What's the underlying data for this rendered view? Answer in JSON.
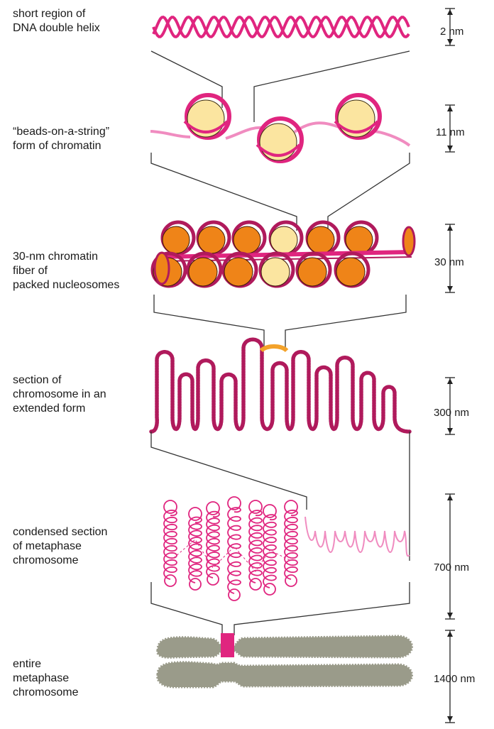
{
  "levels": [
    {
      "label": "short region of\nDNA double helix",
      "scale": "2 nm"
    },
    {
      "label": "“beads-on-a-string”\nform of chromatin",
      "scale": "11 nm"
    },
    {
      "label": "30-nm chromatin\nfiber of\npacked nucleosomes",
      "scale": "30 nm"
    },
    {
      "label": "section of\nchromosome in an\nextended form",
      "scale": "300 nm"
    },
    {
      "label": "condensed section\nof metaphase\nchromosome",
      "scale": "700 nm"
    },
    {
      "label": "entire\nmetaphase\nchromosome",
      "scale": "1400 nm"
    }
  ],
  "colors": {
    "magenta": "#e0257f",
    "pink_light": "#f08cc0",
    "bead_fill": "#fbe5a0",
    "nucleosome_orange": "#ef8418",
    "dark_magenta": "#b01a5c",
    "chromosome_gray": "#9a9b8a",
    "loop_highlight": "#f3a22a",
    "line": "#333333"
  }
}
